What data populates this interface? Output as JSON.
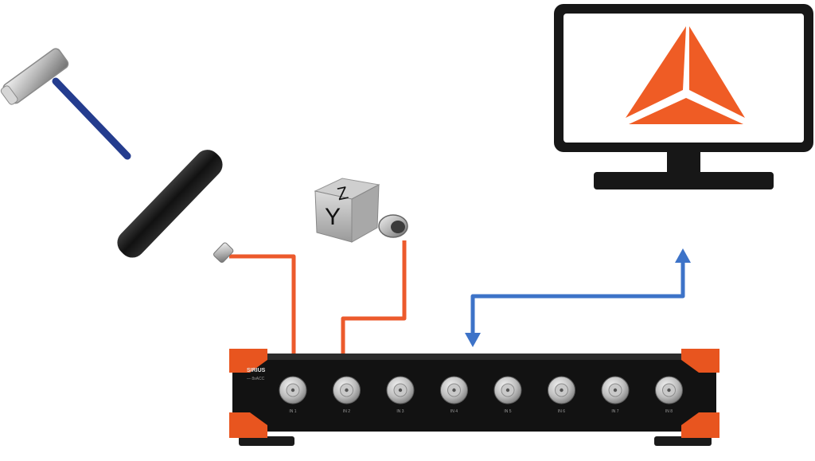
{
  "diagram": {
    "sensor": {
      "axis_labels": {
        "left": "Y",
        "top": "Z"
      }
    },
    "daq": {
      "brand_text": "SIRIUS",
      "sub_text": "—  8xACC",
      "channel_count": 8,
      "channel_labels": [
        "IN 1",
        "IN 2",
        "IN 3",
        "IN 4",
        "IN 5",
        "IN 6",
        "IN 7",
        "IN 8"
      ]
    },
    "software": {
      "logo_name": "dewesoft-logo"
    },
    "colors": {
      "cable_signal": "#ec5a2c",
      "cable_data": "#3d73c8",
      "logo": "#ef5c25",
      "device_body": "#121212",
      "device_bumper": "#e8551f",
      "monitor_frame": "#171717",
      "hammer_shaft": "#243c8e"
    }
  }
}
